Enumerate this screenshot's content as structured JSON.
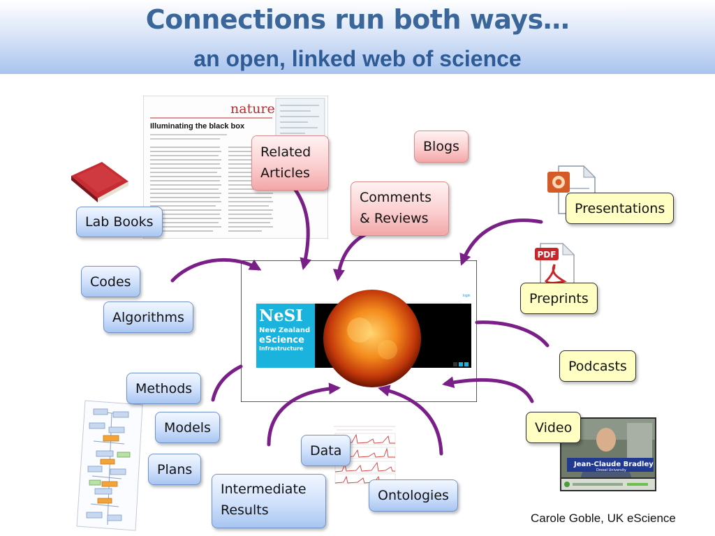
{
  "title": "Connections run both ways…",
  "subtitle": "an open, linked web of science",
  "credit": "Carole Goble, UK eScience",
  "labels": {
    "lab_books": "Lab Books",
    "codes": "Codes",
    "algorithms": "Algorithms",
    "methods": "Methods",
    "models": "Models",
    "plans": "Plans",
    "intermediate_results": "Intermediate Results",
    "data": "Data",
    "ontologies": "Ontologies",
    "related_articles": "Related Articles",
    "comments_reviews": "Comments & Reviews",
    "blogs": "Blogs",
    "presentations": "Presentations",
    "preprints": "Preprints",
    "podcasts": "Podcasts",
    "video": "Video"
  },
  "article": {
    "journal": "nature",
    "headline": "Illuminating the black box"
  },
  "center": {
    "logo_main": "NeSI",
    "logo_line1": "New Zealand",
    "logo_line2": "eScience",
    "logo_line3": "Infrastructure",
    "page_link": "login"
  },
  "icons": {
    "pdf_label": "PDF"
  },
  "video_caption": {
    "name": "Jean-Claude Bradley",
    "affiliation": "Drexel University"
  },
  "colors": {
    "title": "#3a6699",
    "arrow": "#7a1f87",
    "tag_blue": "#cfe0fb",
    "tag_red": "#fbcfd0",
    "tag_yellow": "#ffffc4"
  }
}
